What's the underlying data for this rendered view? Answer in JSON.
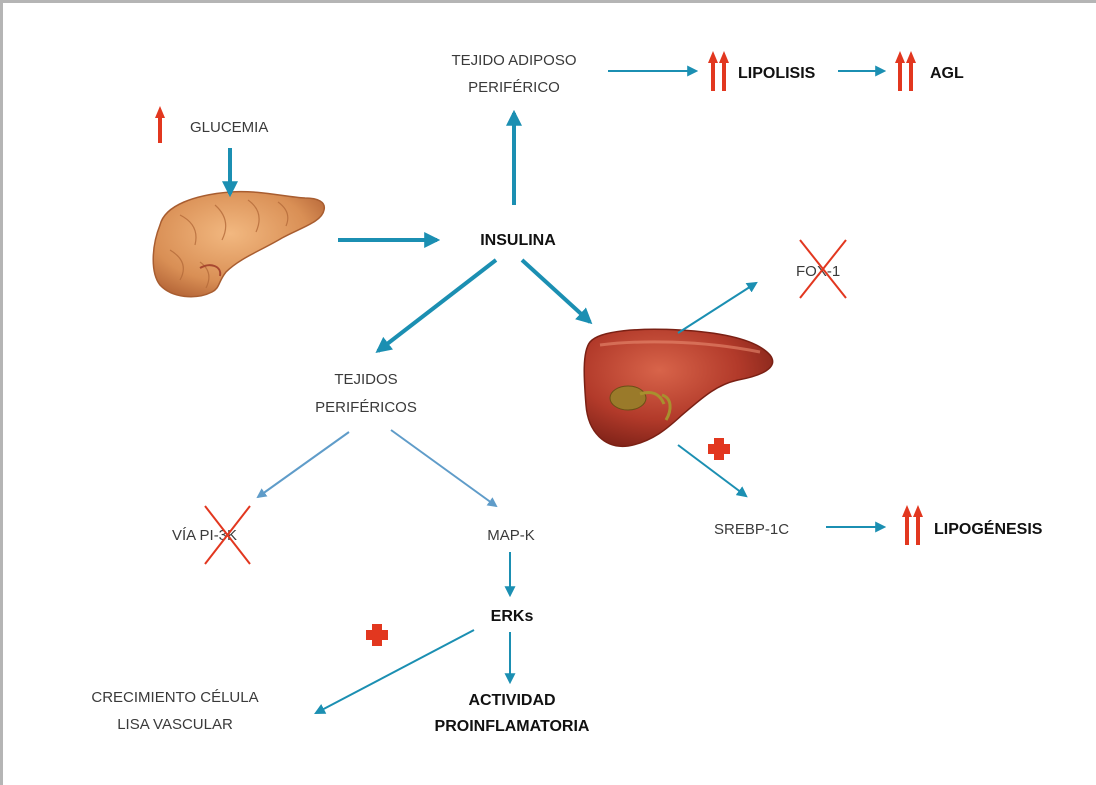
{
  "diagram": {
    "glucemia": "GLUCEMIA",
    "insulina": "INSULINA",
    "adiposo_line1": "TEJIDO ADIPOSO",
    "adiposo_line2": "PERIFÉRICO",
    "lipolisis": "LIPOLISIS",
    "agl": "AGL",
    "fox": "FOX-1",
    "tejidos_line1": "TEJIDOS",
    "tejidos_line2": "PERIFÉRICOS",
    "via_pi3k": "VÍA PI-3K",
    "mapk": "MAP-K",
    "erks": "ERKs",
    "srebp": "SREBP-1C",
    "lipogenesis": "LIPOGÉNESIS",
    "crecimiento_line1": "CRECIMIENTO CÉLULA",
    "crecimiento_line2": "LISA VASCULAR",
    "actividad_line1": "ACTIVIDAD",
    "actividad_line2": "PROINFLAMATORIA"
  },
  "icons": {
    "pancreas": "pancreas-illustration",
    "liver": "liver-illustration",
    "up_arrow": "red-up-arrow-icon",
    "plus": "red-plus-icon",
    "cross": "red-x-icon"
  },
  "colors": {
    "arrow": "#1b8fb2",
    "arrow_light": "#5f9cc9",
    "accent_red": "#e2371f"
  }
}
